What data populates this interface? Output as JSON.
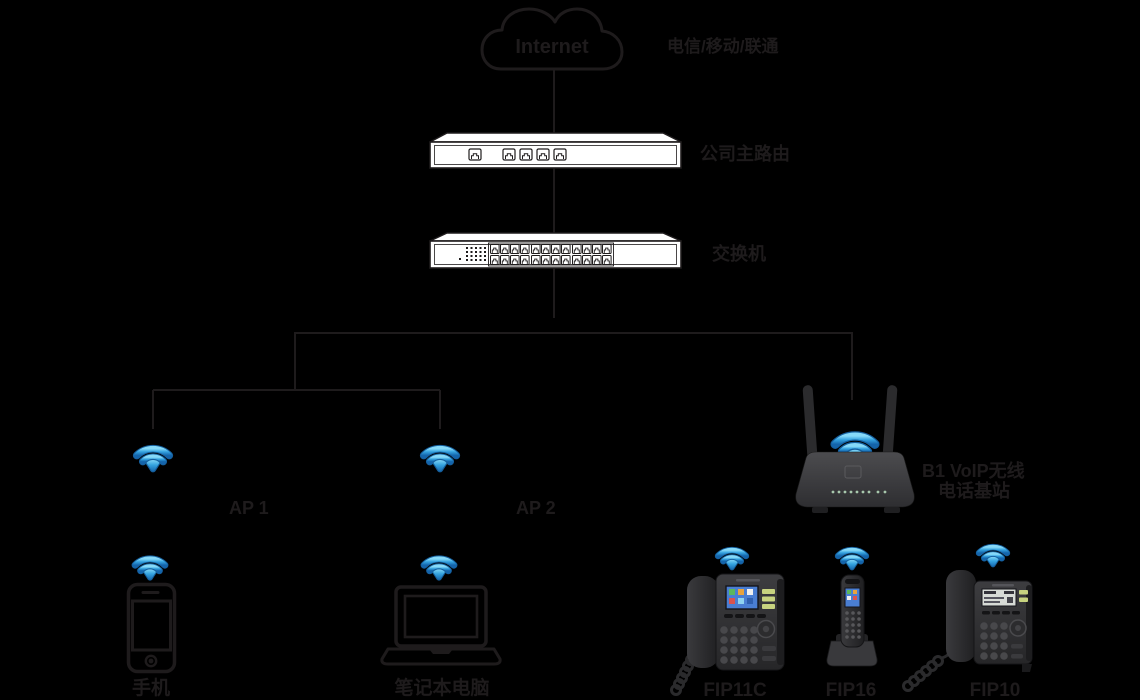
{
  "topology": {
    "internet": {
      "label": "Internet",
      "isp_label": "电信/移动/联通"
    },
    "router": {
      "label": "公司主路由"
    },
    "switch": {
      "label": "交换机"
    },
    "access_points": [
      {
        "label": "AP 1"
      },
      {
        "label": "AP 2"
      }
    ],
    "base_station": {
      "label_line1": "B1 VoIP无线",
      "label_line2": "电话基站"
    },
    "clients": [
      {
        "label": "手机"
      },
      {
        "label": "笔记本电脑"
      }
    ],
    "phones": [
      {
        "label": "FIP11C"
      },
      {
        "label": "FIP16"
      },
      {
        "label": "FIP10"
      }
    ]
  },
  "icons": {
    "wifi": "wifi-icon"
  },
  "colors": {
    "background": "#000000",
    "outline": "#1e1b1c",
    "label_text": "#1e1b1c",
    "device_fill": "#ffffff",
    "wifi_blue_light": "#86d9f8",
    "wifi_blue": "#35a3e0",
    "wifi_blue_dark": "#1464ab",
    "screen_blue": "#4a7ed2",
    "screen_mono": "#d7dbd6",
    "key_green": "#c7d37f",
    "led_green": "#a8c8ad"
  }
}
